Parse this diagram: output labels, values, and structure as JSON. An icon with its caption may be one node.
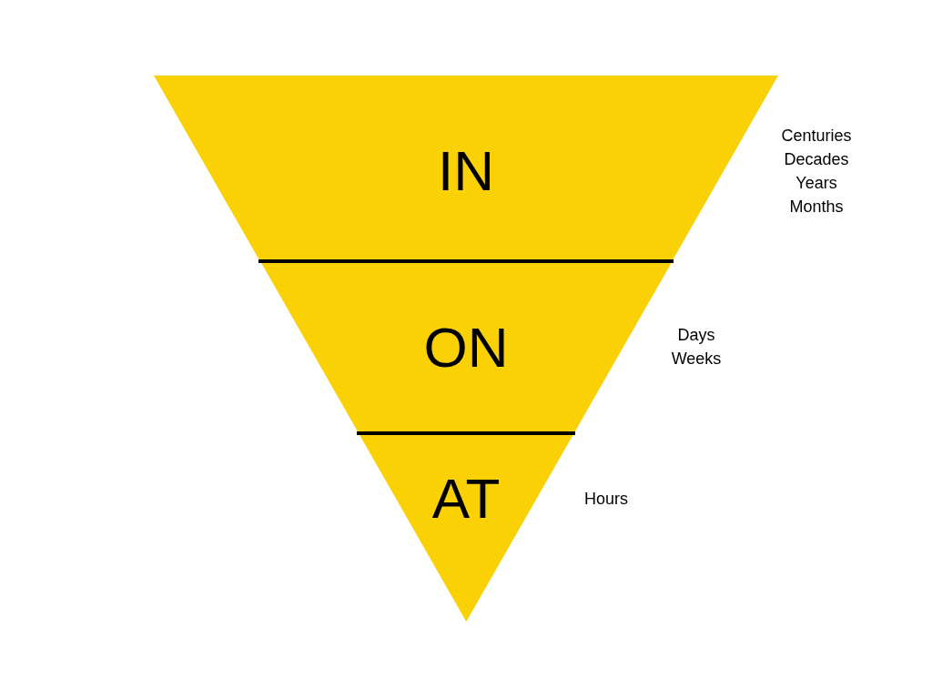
{
  "diagram": {
    "nodes": [
      {
        "text": [
          "IN"
        ],
        "beside": [
          "Centuries",
          "Decades",
          "Years",
          "Months"
        ]
      },
      {
        "text": [
          "ON"
        ],
        "beside": [
          "Days",
          "Weeks"
        ]
      },
      {
        "text": [
          "AT"
        ],
        "beside": [
          "Hours"
        ]
      }
    ]
  }
}
